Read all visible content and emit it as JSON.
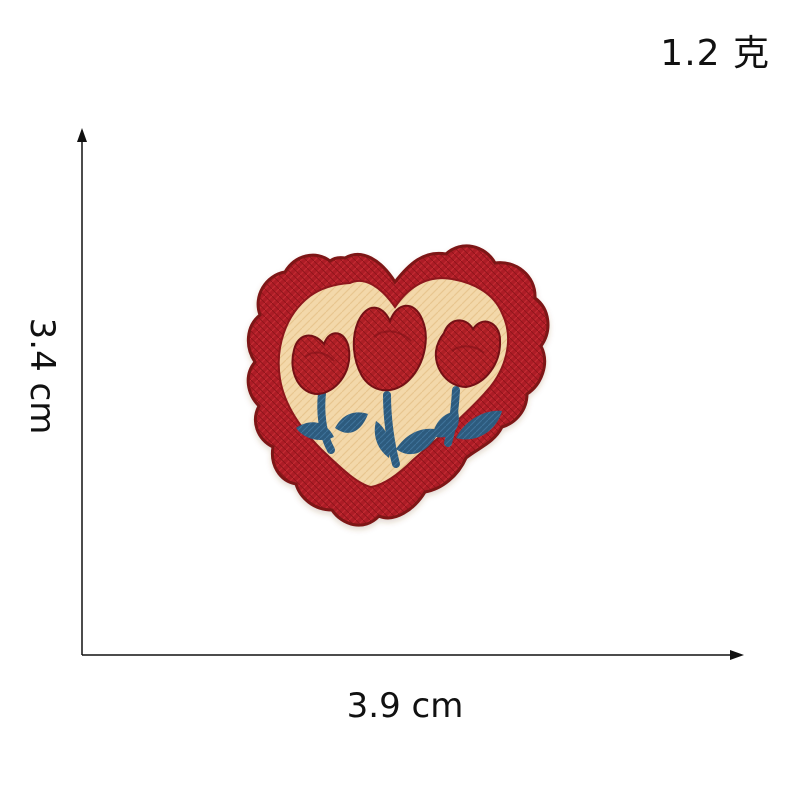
{
  "product_photo": {
    "weight_label": "1.2 克",
    "width_label": "3.9 cm",
    "height_label": "3.4 cm",
    "patch": {
      "subject": "embroidered heart patch with three tulips",
      "colors": {
        "border": "#a51f24",
        "border_dark": "#7d1218",
        "fill": "#f3d8aa",
        "fill_shadow": "#e6c58e",
        "flower": "#b01f28",
        "flower_dark": "#7f1117",
        "stem": "#29587a"
      }
    }
  }
}
